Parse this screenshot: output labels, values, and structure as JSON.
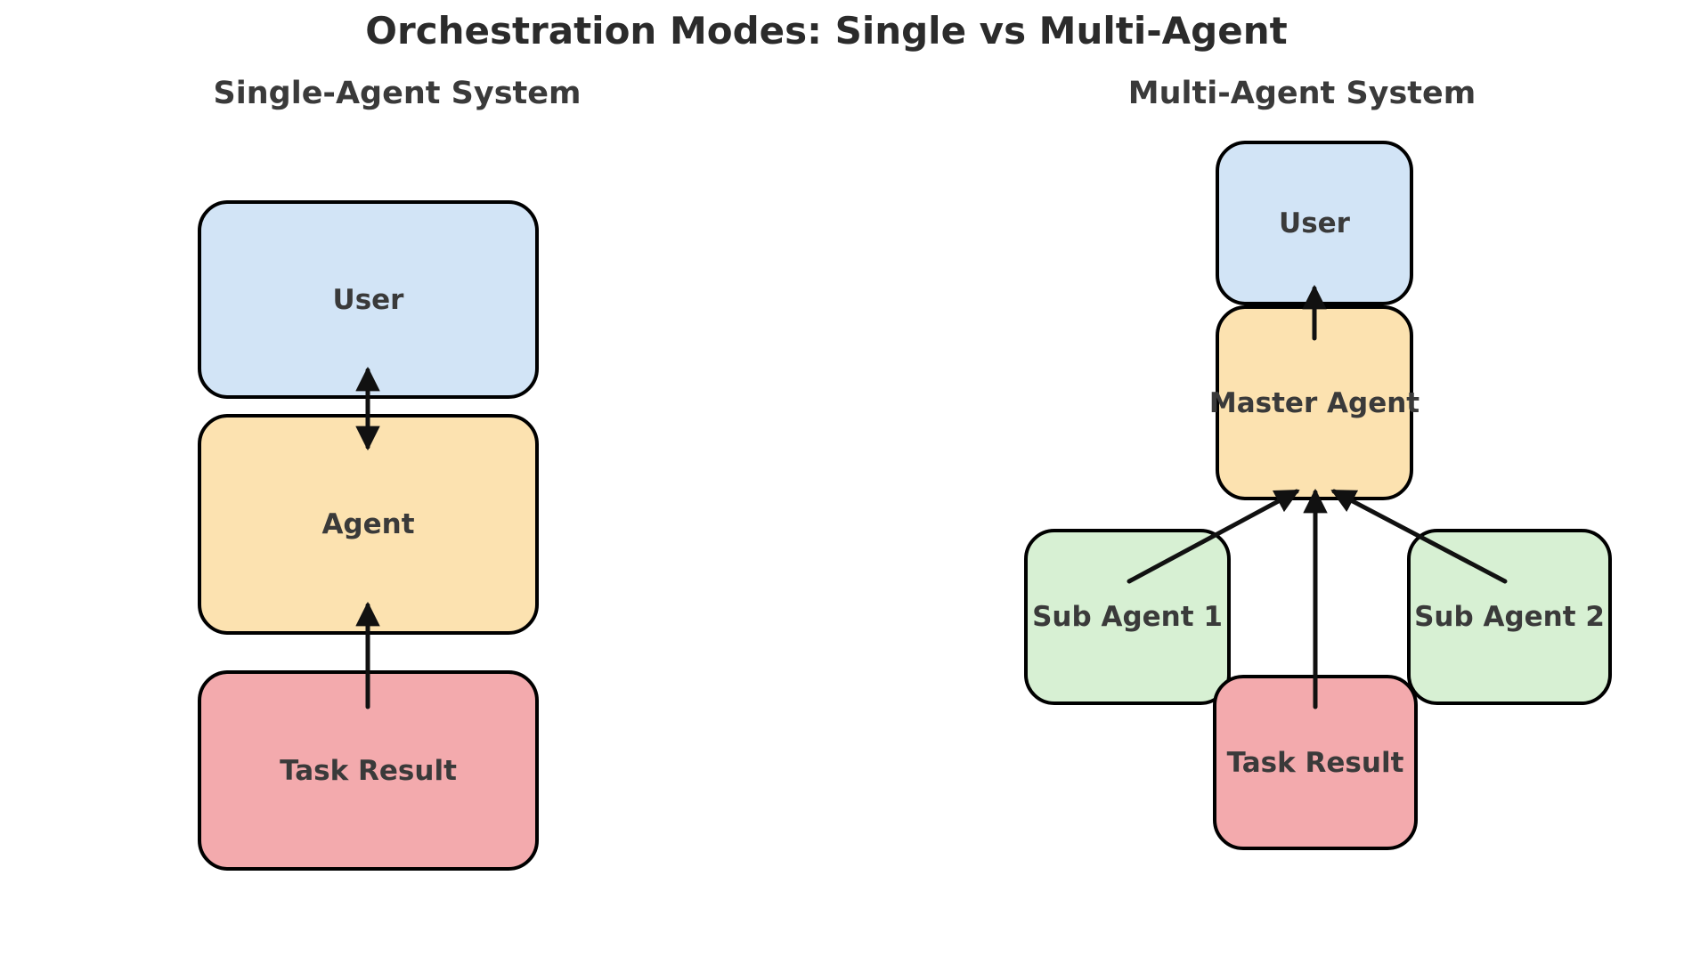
{
  "title": "Orchestration Modes: Single vs Multi-Agent",
  "panels": {
    "single": {
      "heading": "Single-Agent System",
      "nodes": {
        "user": {
          "label": "User"
        },
        "agent": {
          "label": "Agent"
        },
        "task_result": {
          "label": "Task Result"
        }
      }
    },
    "multi": {
      "heading": "Multi-Agent System",
      "nodes": {
        "user": {
          "label": "User"
        },
        "master": {
          "label": "Master Agent"
        },
        "sub1": {
          "label": "Sub Agent 1"
        },
        "sub2": {
          "label": "Sub Agent 2"
        },
        "task_result": {
          "label": "Task Result"
        }
      }
    }
  },
  "colors": {
    "user_fill": "#d2e4f6",
    "agent_fill": "#fce2b0",
    "result_fill": "#f3aaad",
    "sub_fill": "#d7f0d3",
    "border": "#000000",
    "text": "#3a3a3a",
    "arrow": "#111111"
  }
}
